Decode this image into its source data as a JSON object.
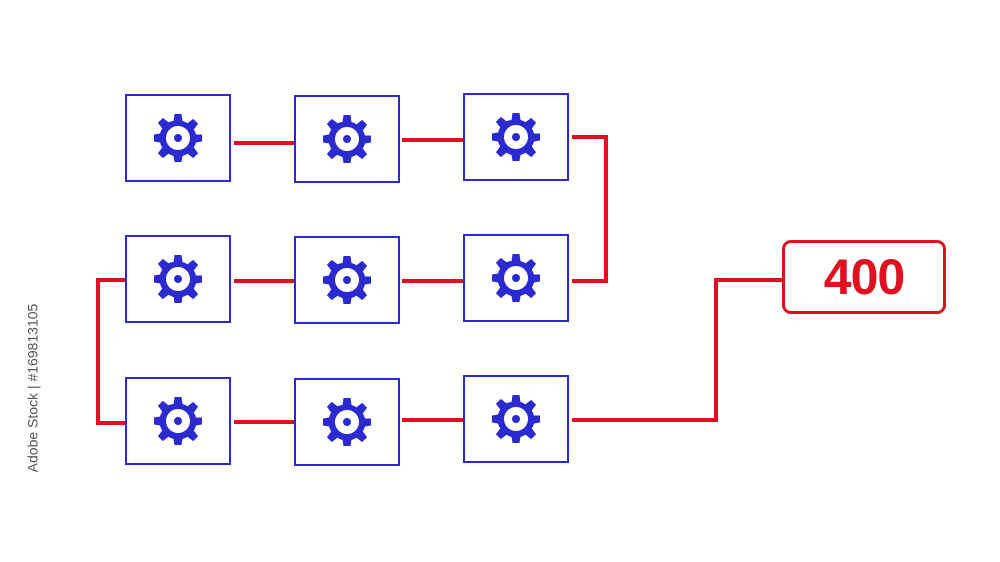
{
  "colors": {
    "node_border": "#2a2ad0",
    "gear": "#2a2ad0",
    "connector": "#e01020",
    "result": "#e01020"
  },
  "nodes": [
    {
      "row": 1,
      "col": 1,
      "icon": "gear-icon"
    },
    {
      "row": 1,
      "col": 2,
      "icon": "gear-icon"
    },
    {
      "row": 1,
      "col": 3,
      "icon": "gear-icon"
    },
    {
      "row": 2,
      "col": 1,
      "icon": "gear-icon"
    },
    {
      "row": 2,
      "col": 2,
      "icon": "gear-icon"
    },
    {
      "row": 2,
      "col": 3,
      "icon": "gear-icon"
    },
    {
      "row": 3,
      "col": 1,
      "icon": "gear-icon"
    },
    {
      "row": 3,
      "col": 2,
      "icon": "gear-icon"
    },
    {
      "row": 3,
      "col": 3,
      "icon": "gear-icon"
    }
  ],
  "result": {
    "value": "400"
  },
  "watermark": {
    "text": "Adobe Stock | #169813105"
  }
}
